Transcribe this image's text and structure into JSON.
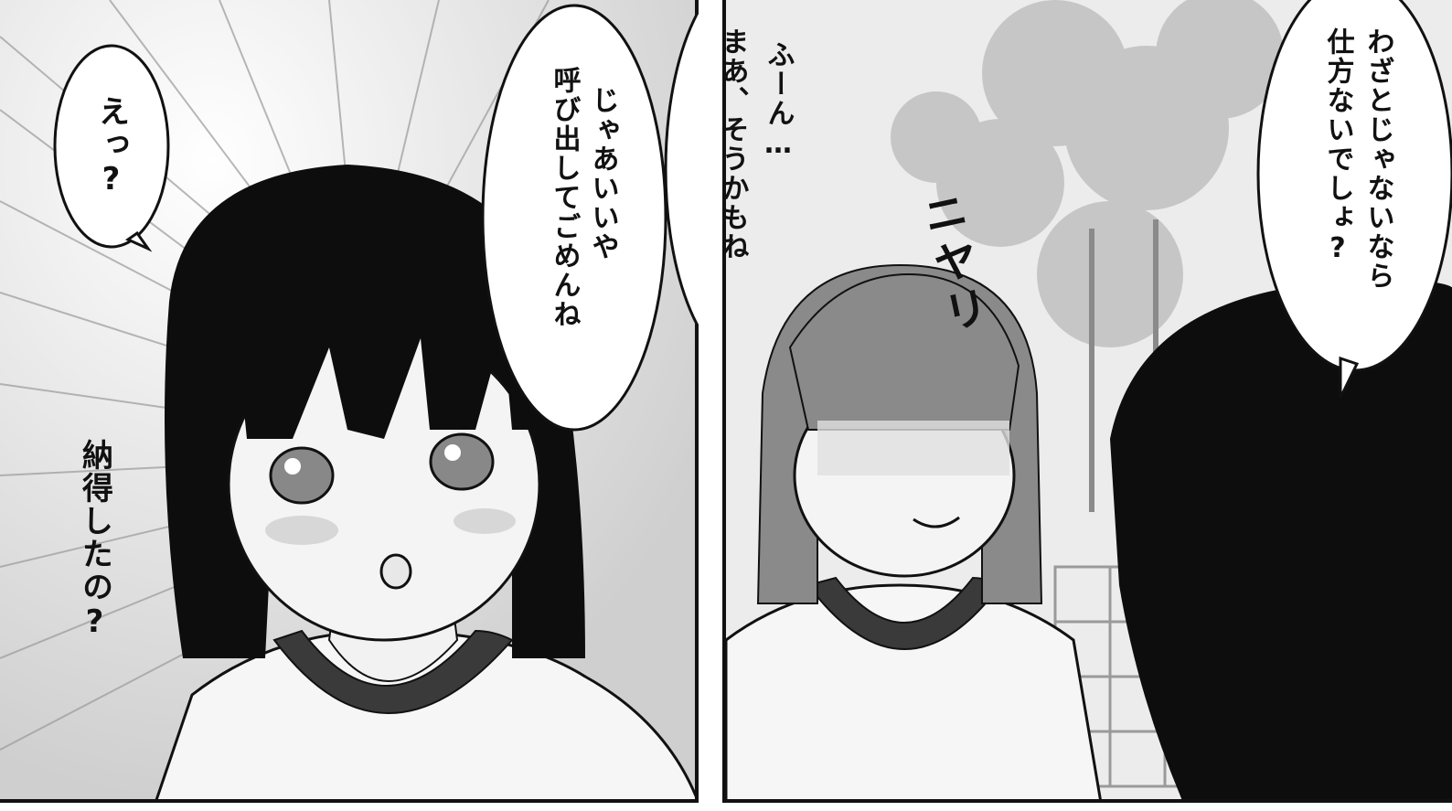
{
  "panels": {
    "left": {
      "bubble_top": "えっ?",
      "bubble_speech_line1": "じゃあいいや",
      "bubble_speech_line2": "呼び出してごめんね",
      "bubble_middle_line1": "ふーん…",
      "bubble_middle_line2": "まあ、そうかもね",
      "narration": "納得したの?"
    },
    "right": {
      "bubble_line1": "わざとじゃないなら",
      "bubble_line2": "仕方ないでしょ?",
      "sfx": "ニヤリ"
    }
  },
  "colors": {
    "ink": "#111111",
    "hair_black": "#0d0d0d",
    "hair_gray": "#8a8a8a",
    "skin": "#f4f4f4",
    "collar": "#3a3a3a",
    "background_gray": "#d9d9d9"
  }
}
